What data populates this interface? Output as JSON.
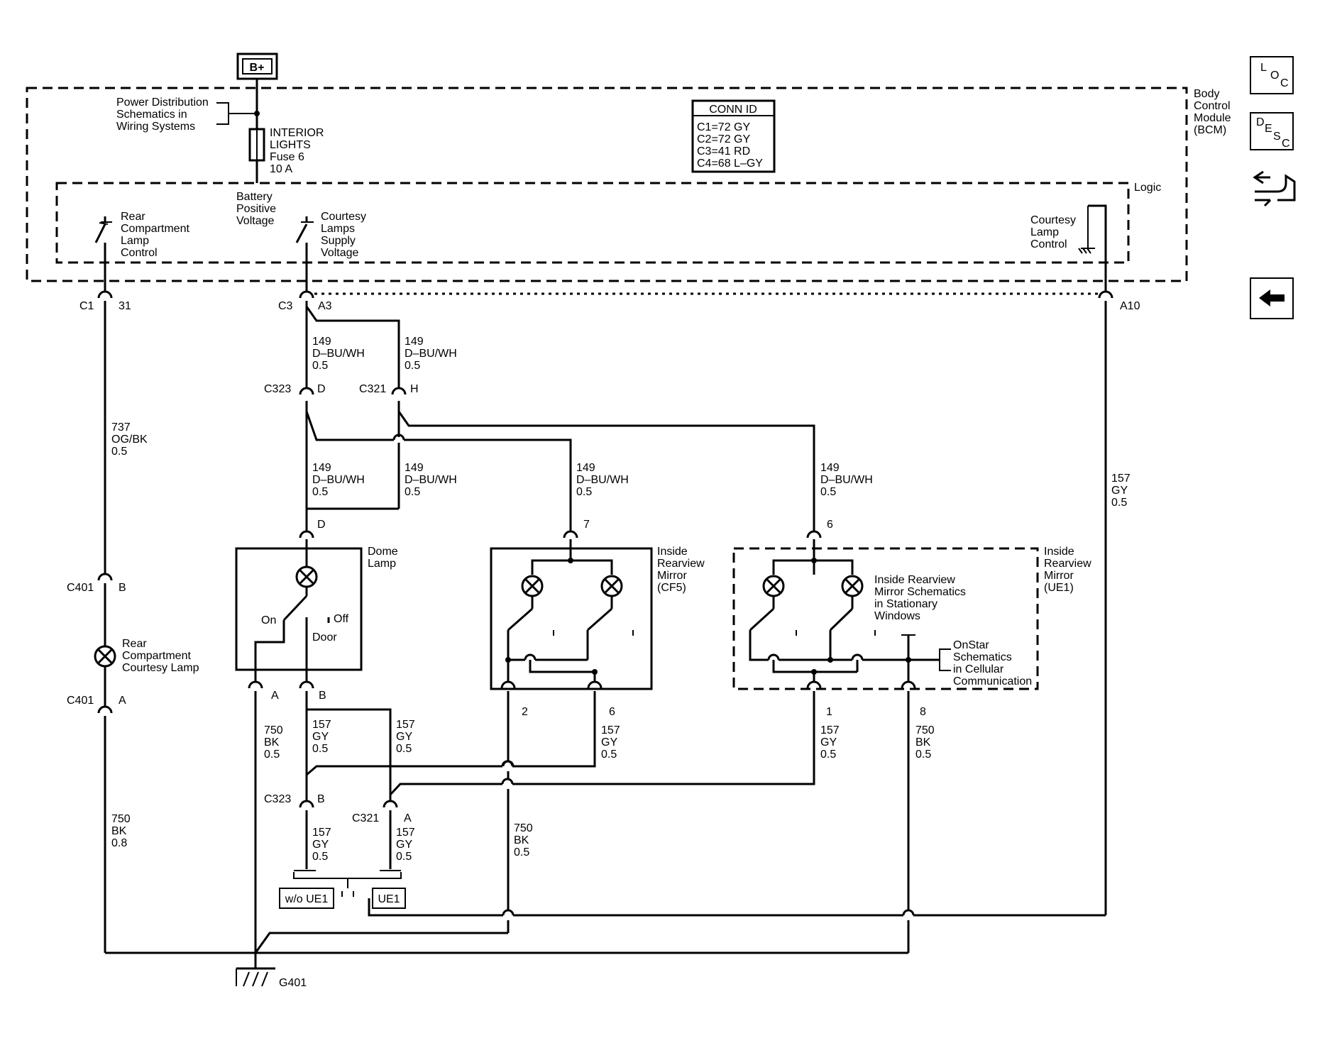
{
  "bplus": "B+",
  "power_dist": [
    "Power Distribution",
    "Schematics in",
    "Wiring Systems"
  ],
  "fuse": [
    "INTERIOR",
    "LIGHTS",
    "Fuse 6",
    "10 A"
  ],
  "bcm_label": [
    "Body",
    "Control",
    "Module",
    "(BCM)"
  ],
  "conn_id": {
    "title": "CONN ID",
    "lines": [
      "C1=72 GY",
      "C2=72 GY",
      "C3=41 RD",
      "C4=68 L–GY"
    ]
  },
  "logic_label": "Logic",
  "battery_voltage": [
    "Battery",
    "Positive",
    "Voltage"
  ],
  "rear_control": [
    "Rear",
    "Compartment",
    "Lamp",
    "Control"
  ],
  "courtesy_supply": [
    "Courtesy",
    "Lamps",
    "Supply",
    "Voltage"
  ],
  "courtesy_control": [
    "Courtesy",
    "Lamp",
    "Control"
  ],
  "pins": {
    "c1": "C1",
    "p31": "31",
    "c3": "C3",
    "a3": "A3",
    "a10": "A10",
    "c323_top": "C323",
    "d_top": "D",
    "c321_top": "C321",
    "h_top": "H",
    "dome_d": "D",
    "m7": "7",
    "m6top": "6",
    "c401b_conn": "C401",
    "c401b_pin": "B",
    "c401a_conn": "C401",
    "c401a_pin": "A",
    "dome_a": "A",
    "dome_b": "B",
    "m2": "2",
    "m6b": "6",
    "u1": "1",
    "u8": "8",
    "c323_bot": "C323",
    "b_bot": "B",
    "c321_bot": "C321",
    "a_bot": "A",
    "g401": "G401"
  },
  "wires": {
    "w1": [
      "149",
      "D–BU/WH",
      "0.5"
    ],
    "w2": [
      "149",
      "D–BU/WH",
      "0.5"
    ],
    "w3": [
      "737",
      "OG/BK",
      "0.5"
    ],
    "w4": [
      "149",
      "D–BU/WH",
      "0.5"
    ],
    "w5": [
      "149",
      "D–BU/WH",
      "0.5"
    ],
    "w6": [
      "149",
      "D–BU/WH",
      "0.5"
    ],
    "w7": [
      "149",
      "D–BU/WH",
      "0.5"
    ],
    "w8": [
      "157",
      "GY",
      "0.5"
    ],
    "w9": [
      "750",
      "BK",
      "0.5"
    ],
    "w10": [
      "157",
      "GY",
      "0.5"
    ],
    "w11": [
      "157",
      "GY",
      "0.5"
    ],
    "w12": [
      "157",
      "GY",
      "0.5"
    ],
    "w13": [
      "157",
      "GY",
      "0.5"
    ],
    "w14": [
      "750",
      "BK",
      "0.5"
    ],
    "w15": [
      "750",
      "BK",
      "0.8"
    ],
    "w16": [
      "157",
      "GY",
      "0.5"
    ],
    "w17": [
      "157",
      "GY",
      "0.5"
    ],
    "w18": [
      "750",
      "BK",
      "0.5"
    ]
  },
  "dome": {
    "title": [
      "Dome",
      "Lamp"
    ],
    "on": "On",
    "off": "Off",
    "door": "Door"
  },
  "mirror_cf5": [
    "Inside",
    "Rearview",
    "Mirror",
    "(CF5)"
  ],
  "mirror_ue1": [
    "Inside",
    "Rearview",
    "Mirror",
    "(UE1)"
  ],
  "mirror_schem": [
    "Inside Rearview",
    "Mirror Schematics",
    "in Stationary",
    "Windows"
  ],
  "onstar": [
    "OnStar",
    "Schematics",
    "in Cellular",
    "Communication"
  ],
  "rear_lamp": [
    "Rear",
    "Compartment",
    "Courtesy Lamp"
  ],
  "wo_ue1": "w/o UE1",
  "ue1": "UE1",
  "side_buttons": {
    "loc": [
      "L",
      "O",
      "C"
    ],
    "desc": [
      "D",
      "E",
      "S",
      "C"
    ],
    "tools_icon": "tools-icon",
    "back_icon": "back-arrow-icon"
  }
}
